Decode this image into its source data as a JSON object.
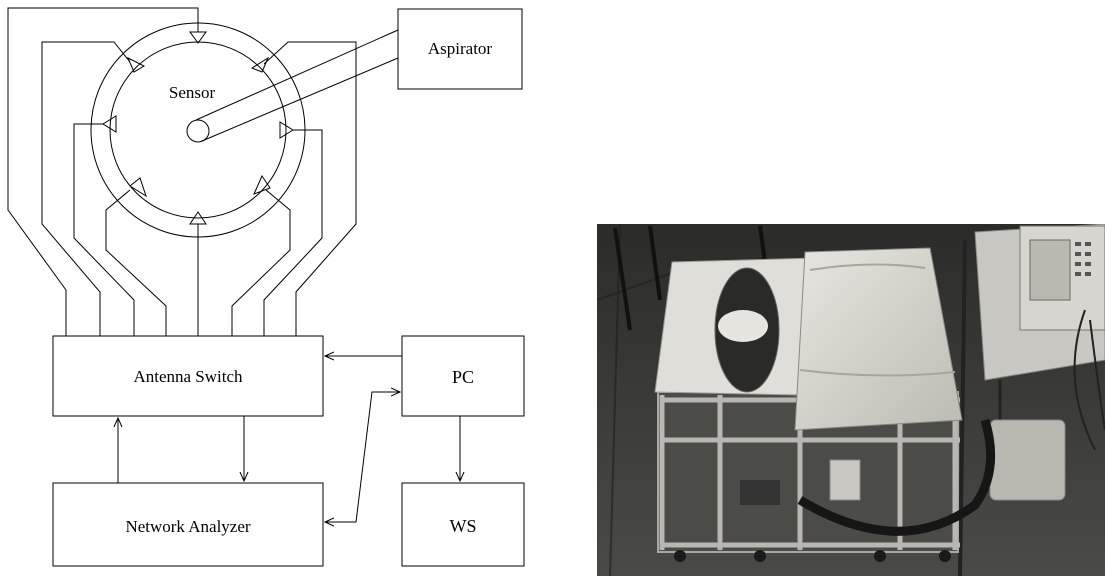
{
  "diagram": {
    "labels": {
      "sensor": "Sensor",
      "aspirator": "Aspirator",
      "antenna_switch": "Antenna Switch",
      "pc": "PC",
      "network_analyzer": "Network Analyzer",
      "ws": "WS"
    },
    "antenna_count": 8
  },
  "photo": {
    "description_icon": "photo-of-measurement-setup"
  },
  "colors": {
    "line": "#000000",
    "photo_dark": "#3a3a38"
  }
}
